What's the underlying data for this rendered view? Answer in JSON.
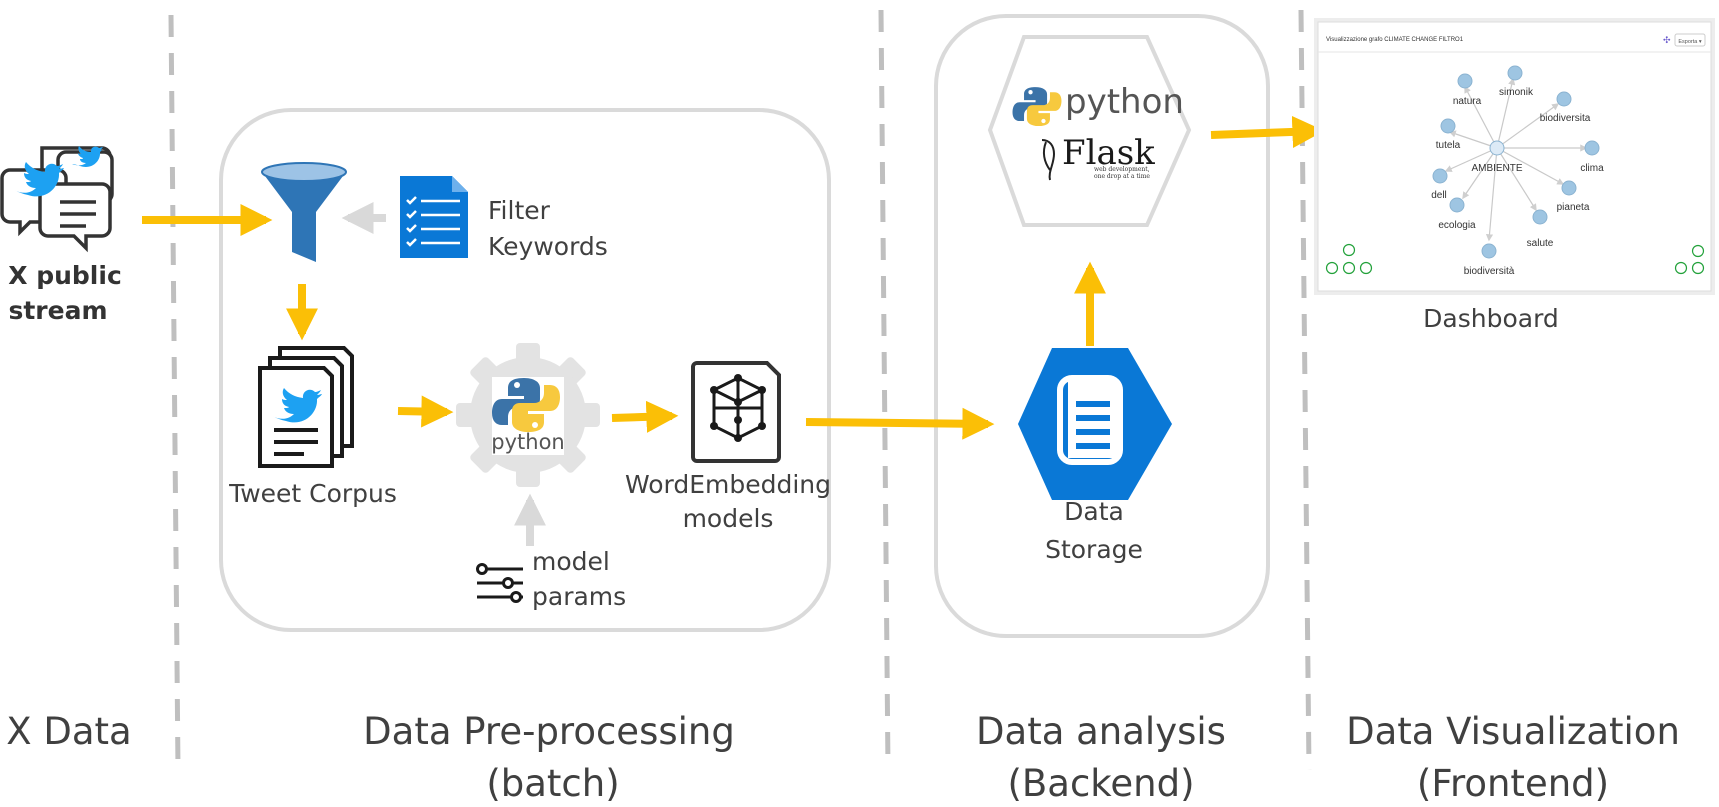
{
  "sections": {
    "x_data": "X Data",
    "preprocessing": [
      "Data Pre-processing",
      "(batch)"
    ],
    "analysis": [
      "Data analysis",
      "(Backend)"
    ],
    "visualization": [
      "Data Visualization",
      "(Frontend)"
    ]
  },
  "source": {
    "label": [
      "X public",
      "stream"
    ]
  },
  "filter": {
    "label": [
      "Filter",
      "Keywords"
    ]
  },
  "corpus": {
    "label": "Tweet Corpus"
  },
  "processor": {
    "logo": "python"
  },
  "params": {
    "label": [
      "model",
      "params"
    ]
  },
  "models": {
    "label": [
      "WordEmbedding",
      "models"
    ]
  },
  "backend": {
    "python_logo": "python",
    "flask_logo": "Flask",
    "flask_tagline": [
      "web development,",
      "one drop at a time"
    ]
  },
  "storage": {
    "label": [
      "Data",
      "Storage"
    ]
  },
  "dashboard": {
    "label": "Dashboard",
    "title": "Visualizzazione grafo CLIMATE CHANGE FILTRO1",
    "export": "Esporta ▾",
    "center_node": "AMBIENTE",
    "nodes": [
      "natura",
      "simonik",
      "biodiversita",
      "tutela",
      "clima",
      "dell",
      "pianeta",
      "ecologia",
      "salute",
      "biodiversità"
    ]
  },
  "colors": {
    "arrow": "#FBBF06",
    "blue": "#0A78D6",
    "gray": "#DADADA",
    "text": "#404040"
  }
}
